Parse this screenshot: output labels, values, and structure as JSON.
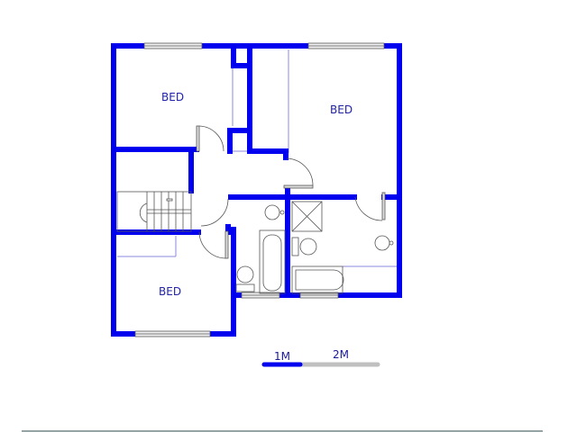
{
  "plan": {
    "wall_color": "#0000ee",
    "thin_line_color": "#8888dd",
    "fixture_color": "#555555",
    "rooms": [
      {
        "id": "bed-top-left",
        "label": "BED"
      },
      {
        "id": "bed-top-right",
        "label": "BED"
      },
      {
        "id": "bed-bottom-left",
        "label": "BED"
      }
    ]
  },
  "scale_bar": {
    "label_1": "1M",
    "label_2": "2M",
    "primary_color": "#0000ee",
    "secondary_color": "#c0c0c0"
  },
  "footer": {
    "line_color": "#95a5a6"
  }
}
